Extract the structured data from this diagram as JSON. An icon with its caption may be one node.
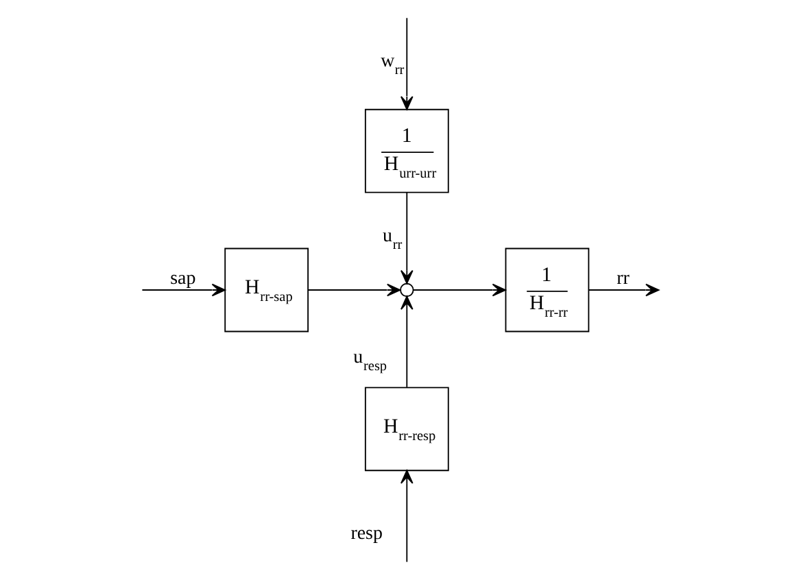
{
  "diagram": {
    "nodes": [
      {
        "text": [
          "H$_{rr-sap}$"
        ]
      },
      {
        "text": [
          "1",
          "H$_{urr-urr}$"
        ]
      },
      {
        "text": [],
        "shape": "circle"
      },
      {
        "text": [
          "1",
          "H$_{rr-rr}$"
        ]
      },
      {
        "text": [
          "H$_{rr-resp}$"
        ]
      }
    ],
    "edges": [
      {
        "from": null,
        "to": 0,
        "arrow": "to",
        "label": "sap"
      },
      {
        "from": 0,
        "to": 2,
        "arrow": "to"
      },
      {
        "from": null,
        "to": 1,
        "arrow": "to",
        "label": "w$_{rr}$"
      },
      {
        "from": 1,
        "to": 2,
        "arrow": "to",
        "label": "u$_{rr}$"
      },
      {
        "from": null,
        "to": 4,
        "arrow": "to",
        "label": "resp"
      },
      {
        "from": 4,
        "to": 2,
        "arrow": "to",
        "label": "u$_{resp}$"
      },
      {
        "from": 2,
        "to": 3,
        "arrow": "to"
      },
      {
        "from": 3,
        "to": null,
        "arrow": "to",
        "label": "rr"
      }
    ]
  }
}
